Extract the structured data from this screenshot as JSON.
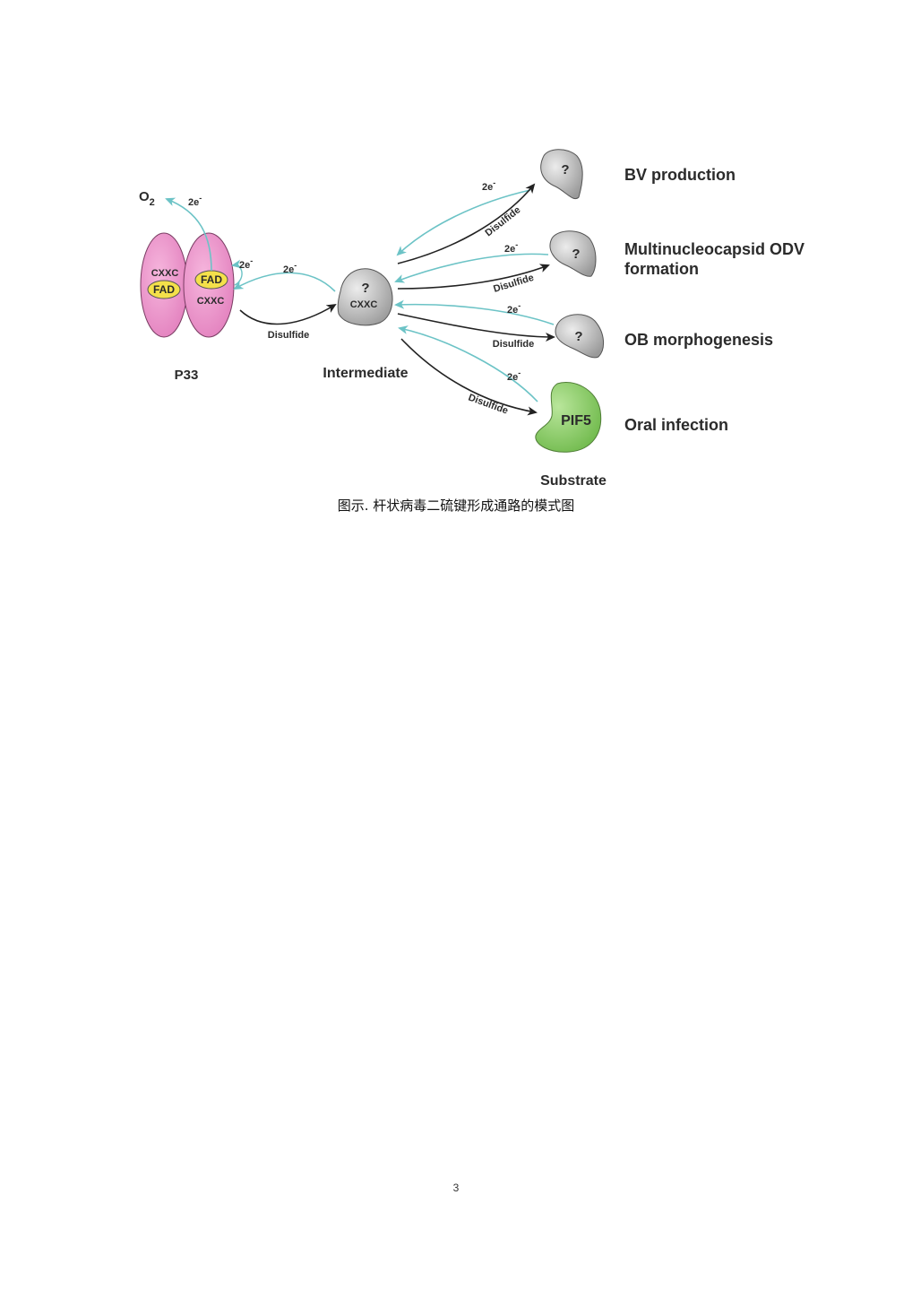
{
  "diagram": {
    "p33": {
      "label": "P33",
      "left_cxxc": "CXXC",
      "left_fad": "FAD",
      "right_fad": "FAD",
      "right_cxxc": "CXXC",
      "o2": "O",
      "o2_sub": "2",
      "e_top": "2e",
      "e_side": "2e"
    },
    "intermediate": {
      "label": "Intermediate",
      "q": "?",
      "cxxc": "CXXC",
      "e_label": "2e",
      "disulfide": "Disulfide"
    },
    "branches": [
      {
        "q": "?",
        "e_label": "2e",
        "disulfide": "Disulfide",
        "outcome": "BV production"
      },
      {
        "q": "?",
        "e_label": "2e",
        "disulfide": "Disulfide",
        "outcome": "Multinucleocapsid ODV",
        "outcome_line2": "formation"
      },
      {
        "q": "?",
        "e_label": "2e",
        "disulfide": "Disulfide",
        "outcome": "OB morphogenesis"
      },
      {
        "q": "PIF5",
        "e_label": "2e",
        "disulfide": "Disulfide",
        "outcome": "Oral  infection"
      }
    ],
    "substrate_label": "Substrate",
    "electron_superscript": "-"
  },
  "caption": "图示. 杆状病毒二硫键形成通路的模式图",
  "page_number": "3",
  "colors": {
    "p33_fill": "#e98bc4",
    "fad_fill": "#f4e04a",
    "grey_protein": "#bdbdbd",
    "pif5_fill": "#8ccf6a",
    "electron_arrow": "#6cc3c6",
    "disulfide_arrow": "#222222"
  }
}
